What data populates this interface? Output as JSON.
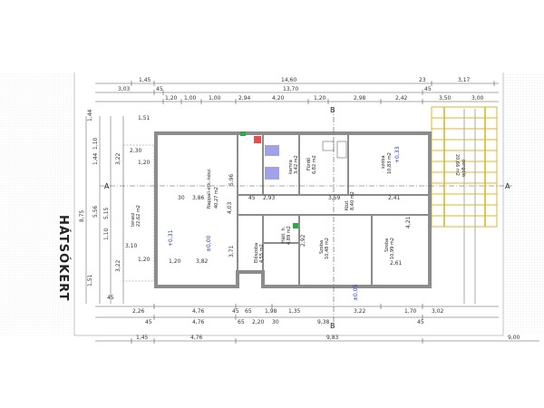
{
  "garden_label": "HÁTSÓKERT",
  "section_marks": {
    "a": "A",
    "b": "B"
  },
  "top_dims": {
    "row1": [
      "1,45",
      "14,60",
      "3,17"
    ],
    "row2": [
      "3,03",
      "45",
      "13,70",
      "23",
      "45"
    ],
    "row3": [
      "1,20",
      "1,00",
      "1,00",
      "2,94",
      "4,20",
      "1,20",
      "2,98",
      "2,42",
      "3,50",
      "3,00"
    ]
  },
  "bottom_dims": {
    "row1": [
      "2,26",
      "4,76",
      "45",
      "65",
      "1,98",
      "1,35",
      "3,22",
      "1,70",
      "3,02"
    ],
    "row2": [
      "45",
      "4,76",
      "65",
      "2,20",
      "30",
      "9,38",
      "45"
    ],
    "row3": [
      "1,45",
      "4,76",
      "9,83",
      "9,00"
    ]
  },
  "left_dims": [
    "1,44",
    "1,51",
    "2,30",
    "1,10",
    "1,44",
    "3,22",
    "1,20",
    "5,15",
    "5,56",
    "8,75",
    "1,10",
    "3,10",
    "1,20",
    "3,22",
    "1,51",
    "45"
  ],
  "rooms": [
    {
      "name": "Nappali-étk.-kész.",
      "area": "40,27 m2"
    },
    {
      "name": "kamra",
      "area": "3,42 m2"
    },
    {
      "name": "Fürdő",
      "area": "6,82 m2"
    },
    {
      "name": "szoba",
      "area": "10,83 m2"
    },
    {
      "name": "Előszoba",
      "area": "4,55 m2"
    },
    {
      "name": "Hátl. h.",
      "area": "4,89 m2"
    },
    {
      "name": "Szoba",
      "area": "10,48 m2"
    },
    {
      "name": "Szoba",
      "area": "10,99 m2"
    },
    {
      "name": "Közl.",
      "area": "8,40 m2"
    },
    {
      "name": "terasz",
      "area": "22,62 m2"
    },
    {
      "name": "pergola",
      "area": "20,66 m2"
    }
  ],
  "interior_dims": [
    "3,86",
    "5,96",
    "4,03",
    "2,93",
    "3,59",
    "2,41",
    "30",
    "45",
    "3,71",
    "2,92",
    "2,61",
    "4,21",
    "1,20",
    "3,82"
  ],
  "level_marks": [
    "±0,00",
    "+0,33",
    "+0,31",
    "±0,05"
  ],
  "colors": {
    "wall": "#8c8c8c",
    "pergola": "#e0c33a",
    "dim": "#444444",
    "accent": "#2b3fb0",
    "sink": "#8a8ae0",
    "red": "#e05050",
    "green": "#2fa84a"
  }
}
